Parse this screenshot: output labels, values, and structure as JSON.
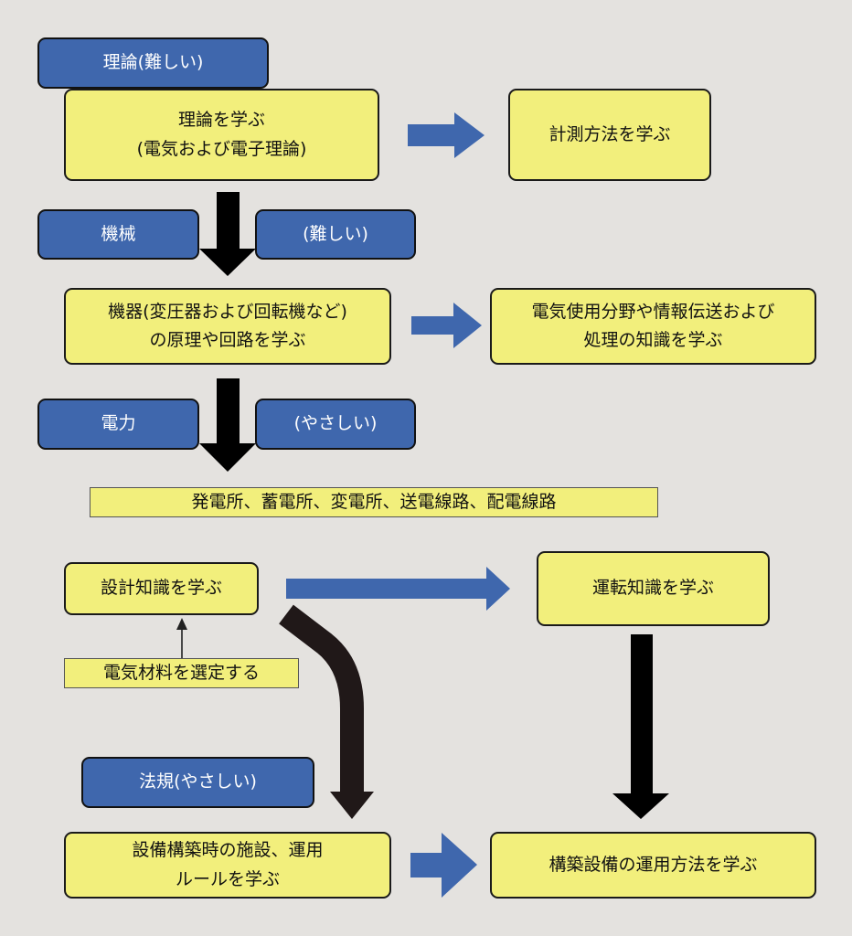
{
  "labels": {
    "theory": "理論(難しい)",
    "machine": "機械",
    "machine_difficulty": "(難しい)",
    "power": "電力",
    "power_difficulty": "(やさしい)",
    "law": "法規(やさしい)"
  },
  "steps": {
    "learn_theory": [
      "理論を学ぶ",
      "(電気および電子理論)"
    ],
    "learn_measurement": "計測方法を学ぶ",
    "learn_machines": [
      "機器(変圧器および回転機など)",
      "の原理や回路を学ぶ"
    ],
    "learn_info": [
      "電気使用分野や情報伝送および",
      "処理の知識を学ぶ"
    ],
    "power_facilities": "発電所、蓄電所、変電所、送電線路、配電線路",
    "learn_design": "設計知識を学ぶ",
    "learn_operation": "運転知識を学ぶ",
    "select_materials": "電気材料を選定する",
    "learn_rules": [
      "設備構築時の施設、運用",
      "ルールを学ぶ"
    ],
    "learn_facility_operation": "構築設備の運用方法を学ぶ"
  },
  "colors": {
    "background": "#e4e2df",
    "box_yellow": "#f2ef7c",
    "label_blue": "#3f67ad",
    "arrow_blue": "#3f67ad",
    "arrow_black": "#000000",
    "arrow_dark": "#201818"
  }
}
